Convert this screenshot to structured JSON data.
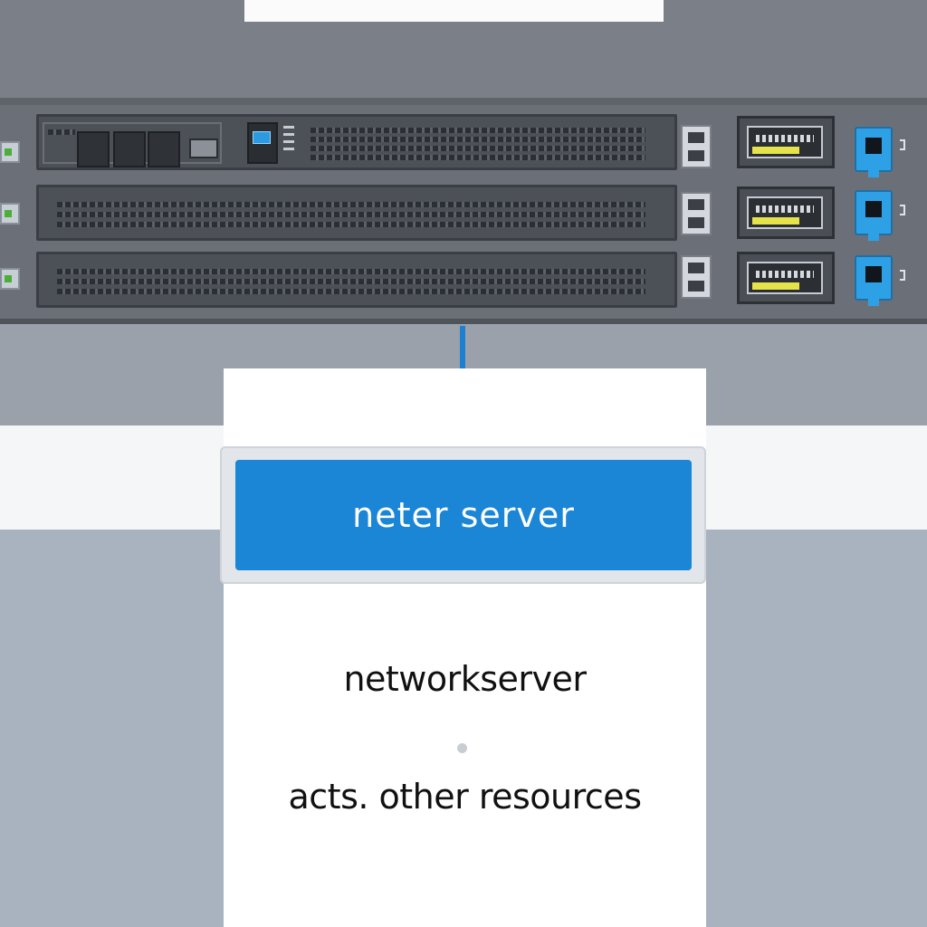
{
  "card": {
    "button_label": "neter server",
    "title": "networkserver",
    "subtitle": "acts. other resources"
  },
  "colors": {
    "accent_blue": "#1b85d6",
    "rack_gray": "#6b7078",
    "background": "#a9b2bd",
    "port_blue": "#2ea1e6",
    "sfp_yellow": "#e6e24a"
  },
  "icons": {
    "arrow": "arrow-down-icon",
    "ethernet_port": "ethernet-port-icon",
    "sfp_module": "sfp-module-icon",
    "status_led": "status-led-icon"
  }
}
